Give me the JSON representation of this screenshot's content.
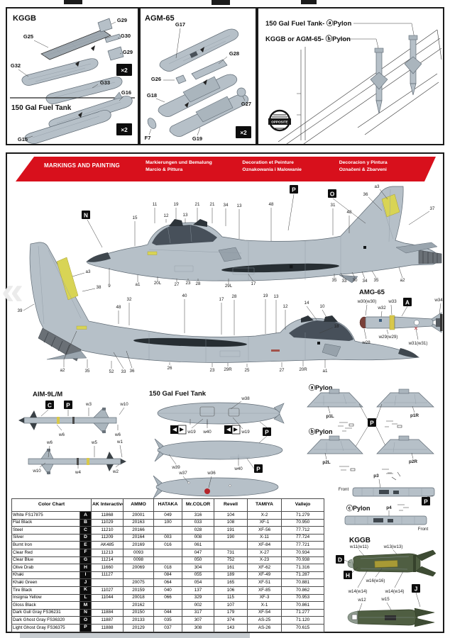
{
  "top": {
    "kggb": {
      "title": "KGGB",
      "qty": "×2",
      "g25": "G25",
      "g32": "G32",
      "g33": "G33",
      "g29a": "G29",
      "g30": "G30",
      "g29b": "G29"
    },
    "tank": {
      "title": "150 Gal Fuel Tank",
      "qty": "×2",
      "g16": "G16",
      "g15": "G15"
    },
    "agm": {
      "title": "AGM-65",
      "qty": "×2",
      "g17": "G17",
      "g28": "G28",
      "g26": "G26",
      "g18": "G18",
      "g19": "G19",
      "g27": "G27",
      "f7": "F7"
    },
    "wing": {
      "line1": "150 Gal Fuel Tank-  ⓐPylon",
      "line2": "KGGB or AGM-65-  ⓑPylon",
      "stamp": "OPPOSITE"
    }
  },
  "banner": {
    "c0": "MARKINGS AND PAINTING",
    "c1a": "Markierungen und Bemalung",
    "c1b": "Marcio & Pittura",
    "c2a": "Decoration et Peinture",
    "c2b": "Oznakowania i Malowanie",
    "c3a": "Decoracion y Pintura",
    "c3b": "Označeni & Zbarveni"
  },
  "ac1": {
    "badge_n": "N",
    "badge_p": "P",
    "badge_o": "O",
    "top": [
      "15",
      "11",
      "12",
      "19",
      "13",
      "21",
      "21",
      "34",
      "13",
      "48",
      "31",
      "48"
    ],
    "fin": [
      "a3",
      "36",
      "37"
    ],
    "bottom": [
      "9",
      "a1",
      "20L",
      "27",
      "23",
      "28",
      "29L",
      "17",
      "35",
      "33",
      "30",
      "34",
      "35",
      "a2"
    ]
  },
  "ac2": {
    "fin": [
      "a3",
      "38",
      "39"
    ],
    "top": [
      "48",
      "32",
      "40",
      "17",
      "28",
      "19",
      "13",
      "12",
      "14",
      "10",
      "18"
    ],
    "bottom": [
      "a2",
      "35",
      "52",
      "33",
      "36",
      "26",
      "23",
      "29R",
      "25",
      "27",
      "20R",
      "a1"
    ]
  },
  "amg": {
    "title": "AMG-65",
    "badge": "A",
    "labels": [
      "w30(w30)",
      "w32",
      "w33",
      "w34",
      "w28",
      "w29(w29)",
      "w31(w31)"
    ]
  },
  "aim9": {
    "title": "AIM-9L/M",
    "badge_c": "C",
    "badge_p": "P",
    "labels": [
      "w3",
      "w10",
      "w6",
      "w6",
      "w6",
      "w5",
      "w1",
      "w10",
      "w4",
      "w2"
    ]
  },
  "tankm": {
    "title": "150 Gal Fuel Tank",
    "p": "P",
    "labels": [
      "w38",
      "w19",
      "w40",
      "w19",
      "w39",
      "w40",
      "w37",
      "w36"
    ]
  },
  "pyl": {
    "a": "ⓐPylon",
    "b": "ⓑPylon",
    "c": "ⓒPylon",
    "p": "P",
    "front": "Front",
    "p1l": "p1L",
    "p1r": "p1R",
    "p2l": "p2L",
    "p2r": "p2R",
    "p3": "p3",
    "p4": "p4"
  },
  "kgb": {
    "title": "KGGB",
    "d": "D",
    "h": "H",
    "j": "J",
    "labels": [
      "w11(w11)",
      "w13(w13)",
      "w16(w16)",
      "w14(w14)",
      "w14(w14)",
      "w12",
      "w15"
    ]
  },
  "color_chart": {
    "headers": [
      "Color Chart",
      "AK Interactive",
      "AMMO",
      "HATAKA",
      "Mr.COLOR",
      "Revell",
      "TAMIYA",
      "Vallejo"
    ],
    "rows": [
      {
        "name": "White FS17875",
        "letter": "A",
        "values": [
          "11868",
          "20001",
          "049",
          "316",
          "104",
          "X-2",
          "71.279"
        ]
      },
      {
        "name": "Flat Black",
        "letter": "B",
        "values": [
          "11029",
          "20163",
          "100",
          "033",
          "108",
          "XF-1",
          "70.950"
        ]
      },
      {
        "name": "Steel",
        "letter": "C",
        "values": [
          "11210",
          "20166",
          "",
          "028",
          "191",
          "XF-56",
          "77.712"
        ]
      },
      {
        "name": "Silver",
        "letter": "D",
        "values": [
          "11209",
          "20164",
          "003",
          "008",
          "190",
          "X-11",
          "77.724"
        ]
      },
      {
        "name": "Burnt Iron",
        "letter": "E",
        "values": [
          "AK485",
          "20169",
          "016",
          "061",
          "",
          "XF-84",
          "77.721"
        ]
      },
      {
        "name": "Clear Red",
        "letter": "F",
        "values": [
          "11213",
          "0093",
          "",
          "047",
          "731",
          "X-27",
          "70.934"
        ]
      },
      {
        "name": "Clear Blue",
        "letter": "G",
        "values": [
          "11214",
          "0098",
          "",
          "050",
          "752",
          "X-23",
          "70.938"
        ]
      },
      {
        "name": "Olive Drab",
        "letter": "H",
        "values": [
          "11660",
          "20069",
          "018",
          "304",
          "161",
          "XF-62",
          "71.316"
        ]
      },
      {
        "name": "Khaki",
        "letter": "I",
        "values": [
          "11127",
          "",
          "084",
          "055",
          "189",
          "XF-49",
          "71.287"
        ]
      },
      {
        "name": "Khaki Green",
        "letter": "J",
        "values": [
          "",
          "20075",
          "064",
          "054",
          "165",
          "XF-51",
          "70.881"
        ]
      },
      {
        "name": "Tire Black",
        "letter": "K",
        "values": [
          "11027",
          "20159",
          "040",
          "137",
          "106",
          "XF-85",
          "70.862"
        ]
      },
      {
        "name": "Insignia Yellow",
        "letter": "L",
        "values": [
          "11044",
          "20018",
          "066",
          "329",
          "115",
          "XF-3",
          "70.953"
        ]
      },
      {
        "name": "Gloss Black",
        "letter": "M",
        "values": [
          "",
          "20162",
          "",
          "002",
          "107",
          "X-1",
          "70.861"
        ]
      },
      {
        "name": "Dark Gull Gray FS36231",
        "letter": "N",
        "values": [
          "11884",
          "20150",
          "044",
          "317",
          "179",
          "XF-54",
          "71.277"
        ]
      },
      {
        "name": "Dark Ghost Gray FS36320",
        "letter": "O",
        "values": [
          "11887",
          "20133",
          "035",
          "307",
          "374",
          "AS-25",
          "71.120"
        ]
      },
      {
        "name": "Light Ghost Gray FS36375",
        "letter": "P",
        "values": [
          "11888",
          "20129",
          "037",
          "308",
          "143",
          "AS-26",
          "70.615"
        ]
      }
    ]
  },
  "colors": {
    "banner_red": "#d8101c",
    "airframe_gray": "#b6c0c8",
    "fin_stripe_yellow": "#d8d455",
    "bomb_olive": "#4f5e42",
    "marking_red": "#b5242a"
  }
}
